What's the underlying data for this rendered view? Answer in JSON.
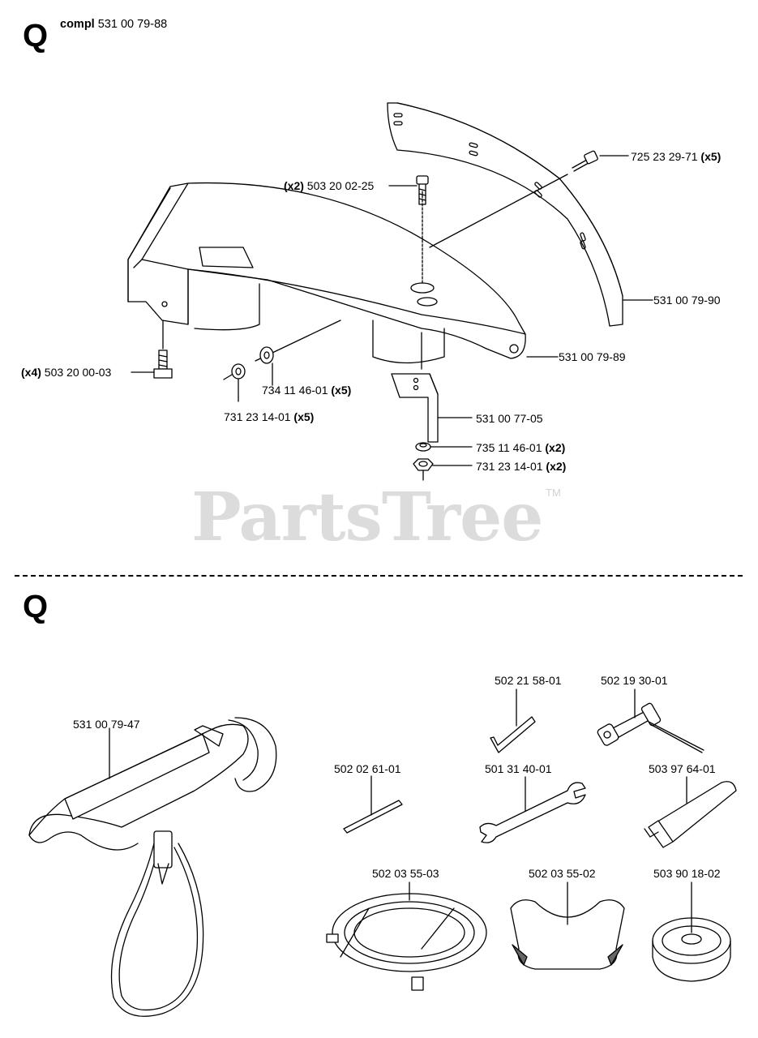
{
  "section_top": {
    "letter": "Q",
    "compl_prefix": "compl",
    "compl_number": "531 00 79-88"
  },
  "section_bottom": {
    "letter": "Q"
  },
  "watermark": {
    "text": "PartsTree",
    "tm": "TM"
  },
  "parts_top": [
    {
      "number": "725 23 29-71",
      "qty": "(x5)"
    },
    {
      "number": "503 20 02-25",
      "qty": "(x2)"
    },
    {
      "number": "531 00 79-90"
    },
    {
      "number": "531 00 79-89"
    },
    {
      "number": "503 20 00-03",
      "qty": "(x4)"
    },
    {
      "number": "734 11 46-01",
      "qty": "(x5)"
    },
    {
      "number": "731 23 14-01",
      "qty": "(x5)"
    },
    {
      "number": "531 00 77-05"
    },
    {
      "number": "735 11 46-01",
      "qty": "(x2)"
    },
    {
      "number": "731 23 14-01",
      "qty": "(x2)"
    }
  ],
  "parts_bottom": [
    {
      "number": "531 00 79-47"
    },
    {
      "number": "502 21 58-01"
    },
    {
      "number": "502 19 30-01"
    },
    {
      "number": "502 02 61-01"
    },
    {
      "number": "501 31 40-01"
    },
    {
      "number": "503 97 64-01"
    },
    {
      "number": "502 03 55-03"
    },
    {
      "number": "502 03 55-02"
    },
    {
      "number": "503 90 18-02"
    }
  ]
}
